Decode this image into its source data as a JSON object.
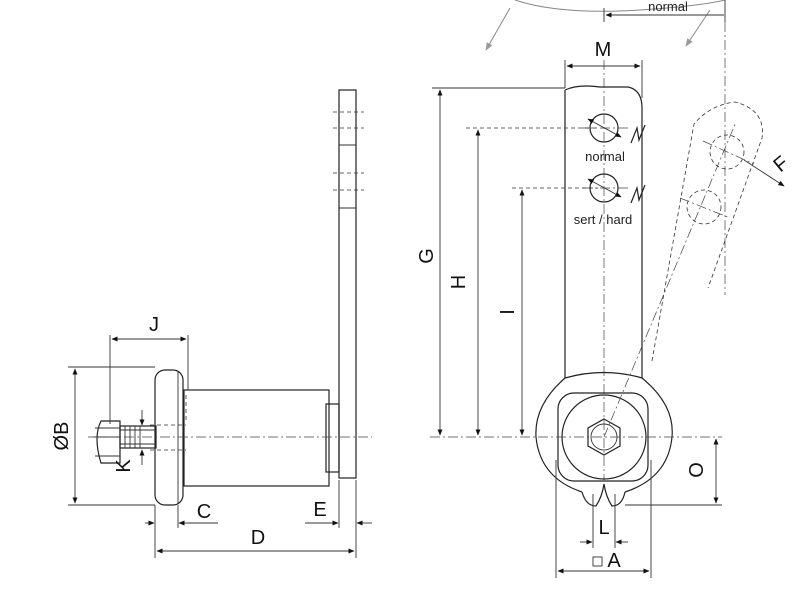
{
  "labels": {
    "diameter_B": "ØB",
    "J": "J",
    "K": "K",
    "C": "C",
    "D": "D",
    "E": "E",
    "M": "M",
    "G": "G",
    "H": "H",
    "I": "I",
    "O": "O",
    "L": "L",
    "A": "A",
    "F": "F"
  },
  "notes": {
    "normal_top": "normal",
    "normal_hole": "normal",
    "sert_hard": "sert / hard"
  }
}
